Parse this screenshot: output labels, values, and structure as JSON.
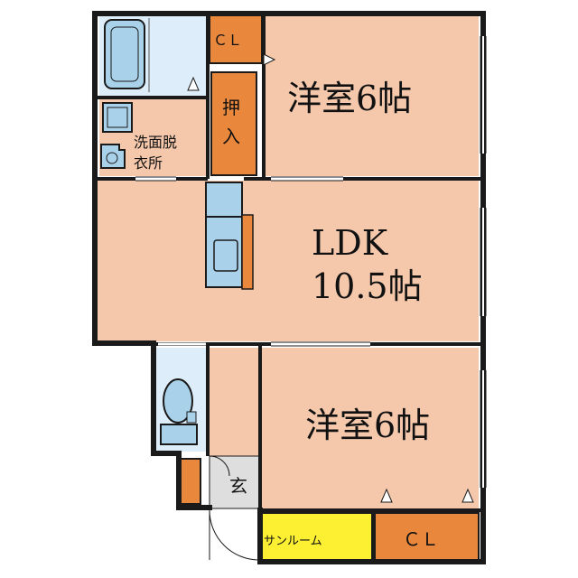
{
  "labels": {
    "closet_top": "ＣＬ",
    "closet_bottom": "ＣＬ",
    "oshiire": "押入",
    "washroom_1": "洗面脱",
    "washroom_2": "衣所",
    "room_top": "洋室6帖",
    "ldk_1": "LDK",
    "ldk_2": "10.5帖",
    "room_bottom": "洋室6帖",
    "entrance": "玄",
    "sunroom": "サンルーム"
  },
  "colors": {
    "room_floor": "#f5c8ac",
    "storage": "#e9883c",
    "water_area": "#ddeefa",
    "fixture": "#a9d2ea",
    "sunroom": "#fdf032",
    "entrance_floor": "#dedede",
    "wall": "#1a1a1a"
  }
}
